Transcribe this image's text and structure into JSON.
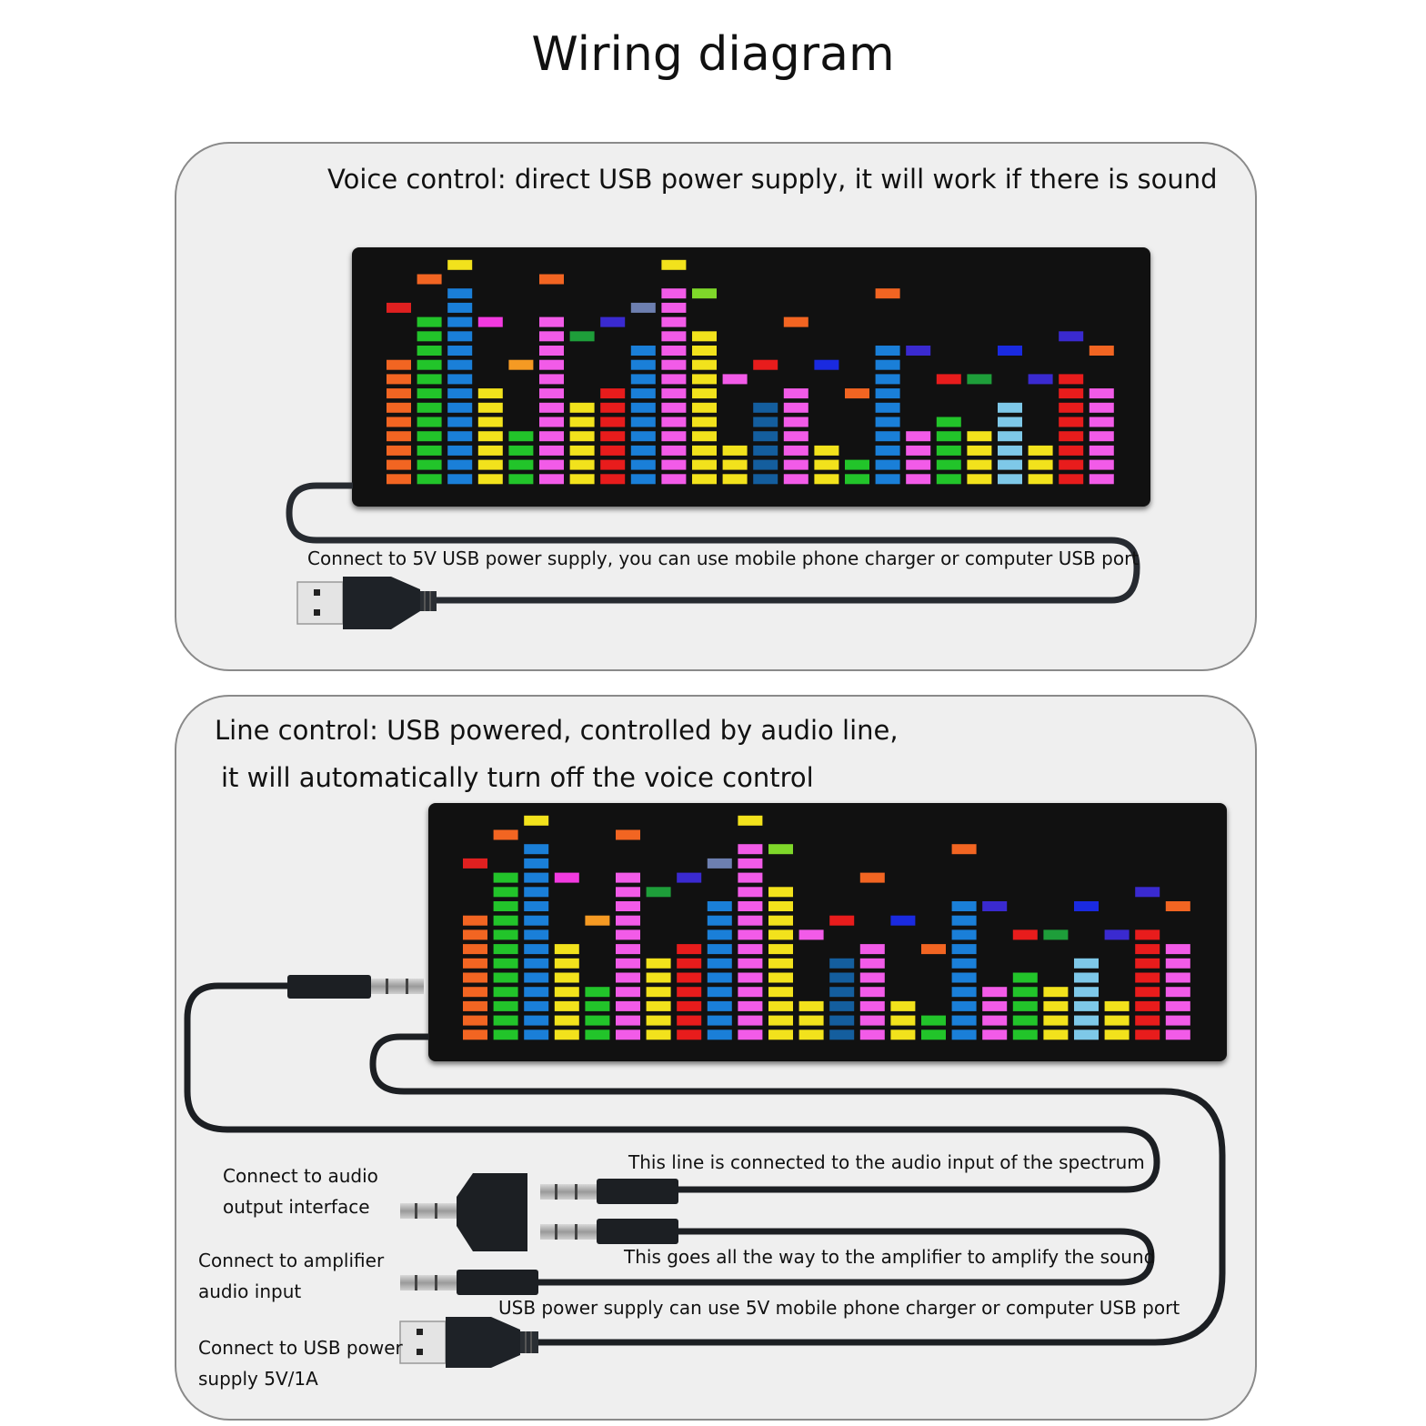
{
  "title": "Wiring diagram",
  "voice_panel": {
    "heading": "Voice control: direct USB power supply, it will work if there is sound",
    "usb_label": "Connect to 5V USB power supply, you can use mobile phone charger or computer USB port"
  },
  "line_panel": {
    "heading_line1": "Line control: USB powered, controlled by audio line,",
    "heading_line2": "it will automatically turn off the voice control",
    "audio_input_label": "This line is connected to the audio input of the spectrum",
    "amplifier_line_label": "This goes all the way to the amplifier to amplify the sound",
    "usb_line_label": "USB power supply can use 5V mobile phone charger or computer USB port",
    "connect_audio_output_line1": "Connect to audio",
    "connect_audio_output_line2": "output interface",
    "connect_amplifier_line1": "Connect to amplifier",
    "connect_amplifier_line2": "audio input",
    "connect_usb_line1": "Connect to USB power",
    "connect_usb_line2": "supply 5V/1A"
  },
  "spectrum": {
    "columns": [
      {
        "level": 9,
        "peak": 13,
        "color": "#f26522",
        "peak_color": "#e02020"
      },
      {
        "level": 12,
        "peak": 15,
        "color": "#22c42a",
        "peak_color": "#f26522"
      },
      {
        "level": 14,
        "peak": 16,
        "color": "#1a7fd8",
        "peak_color": "#f2e21c"
      },
      {
        "level": 7,
        "peak": 12,
        "color": "#f2e21c",
        "peak_color": "#f23ae0"
      },
      {
        "level": 4,
        "peak": 9,
        "color": "#22c42a",
        "peak_color": "#f59a23"
      },
      {
        "level": 12,
        "peak": 15,
        "color": "#f25be8",
        "peak_color": "#f26522"
      },
      {
        "level": 6,
        "peak": 11,
        "color": "#f2e21c",
        "peak_color": "#1e9e3a"
      },
      {
        "level": 7,
        "peak": 12,
        "color": "#e81c1c",
        "peak_color": "#3a2ad0"
      },
      {
        "level": 10,
        "peak": 13,
        "color": "#1a7fd8",
        "peak_color": "#6d7fb0"
      },
      {
        "level": 14,
        "peak": 16,
        "color": "#f25be8",
        "peak_color": "#f2e21c"
      },
      {
        "level": 11,
        "peak": 14,
        "color": "#f2e21c",
        "peak_color": "#7fd82a"
      },
      {
        "level": 3,
        "peak": 8,
        "color": "#f2e21c",
        "peak_color": "#f25be8"
      },
      {
        "level": 6,
        "peak": 9,
        "color": "#145e9e",
        "peak_color": "#e81c1c"
      },
      {
        "level": 7,
        "peak": 12,
        "color": "#f25be8",
        "peak_color": "#f26522"
      },
      {
        "level": 3,
        "peak": 9,
        "color": "#f2e21c",
        "peak_color": "#1a2ae0"
      },
      {
        "level": 2,
        "peak": 7,
        "color": "#22c42a",
        "peak_color": "#f26522"
      },
      {
        "level": 10,
        "peak": 14,
        "color": "#1a7fd8",
        "peak_color": "#f26522"
      },
      {
        "level": 4,
        "peak": 10,
        "color": "#f25be8",
        "peak_color": "#3a2ad0"
      },
      {
        "level": 5,
        "peak": 8,
        "color": "#22c42a",
        "peak_color": "#e81c1c"
      },
      {
        "level": 4,
        "peak": 8,
        "color": "#f2e21c",
        "peak_color": "#1e9e3a"
      },
      {
        "level": 6,
        "peak": 10,
        "color": "#7ec8e8",
        "peak_color": "#1a2ae0"
      },
      {
        "level": 3,
        "peak": 8,
        "color": "#f2e21c",
        "peak_color": "#3a2ad0"
      },
      {
        "level": 8,
        "peak": 11,
        "color": "#e81c1c",
        "peak_color": "#3a2ad0"
      },
      {
        "level": 7,
        "peak": 10,
        "color": "#f25be8",
        "peak_color": "#f26522"
      }
    ]
  }
}
